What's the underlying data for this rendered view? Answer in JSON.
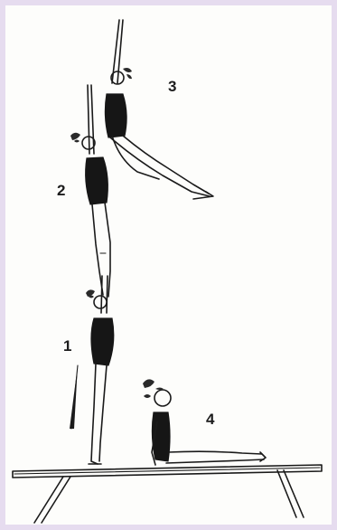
{
  "figure_labels": {
    "pose_1": "1",
    "pose_2": "2",
    "pose_3": "3",
    "pose_4": "4"
  }
}
